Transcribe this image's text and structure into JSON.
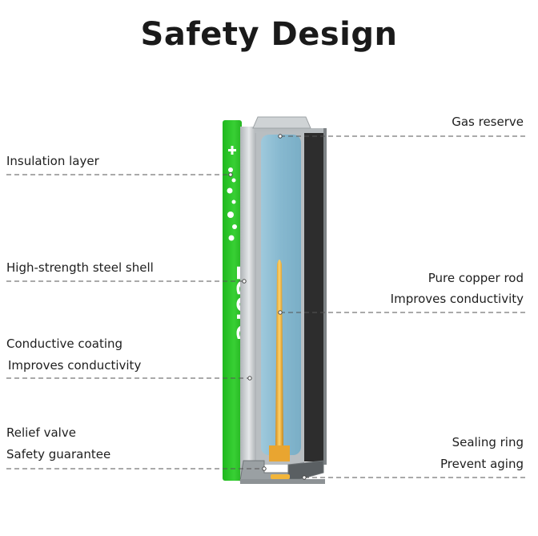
{
  "title": "Safety Design",
  "battery_brand_text": "Leore",
  "colors": {
    "accent_green": "#2ecc2a",
    "electrolyte_blue": "#8fc0d6",
    "copper_rod": "#f0b23c",
    "steel": "#c9cdd0",
    "dark_layer": "#2b2b2b"
  },
  "labels_left": [
    {
      "lines": [
        "Insulation layer"
      ]
    },
    {
      "lines": [
        "High-strength steel shell"
      ]
    },
    {
      "lines": [
        "Conductive coating",
        "Improves conductivity"
      ]
    },
    {
      "lines": [
        "Relief valve",
        "Safety guarantee"
      ]
    }
  ],
  "labels_right": [
    {
      "lines": [
        "Gas reserve"
      ]
    },
    {
      "lines": [
        "Pure copper rod",
        "Improves conductivity"
      ]
    },
    {
      "lines": [
        "Sealing ring",
        "Prevent aging"
      ]
    }
  ]
}
